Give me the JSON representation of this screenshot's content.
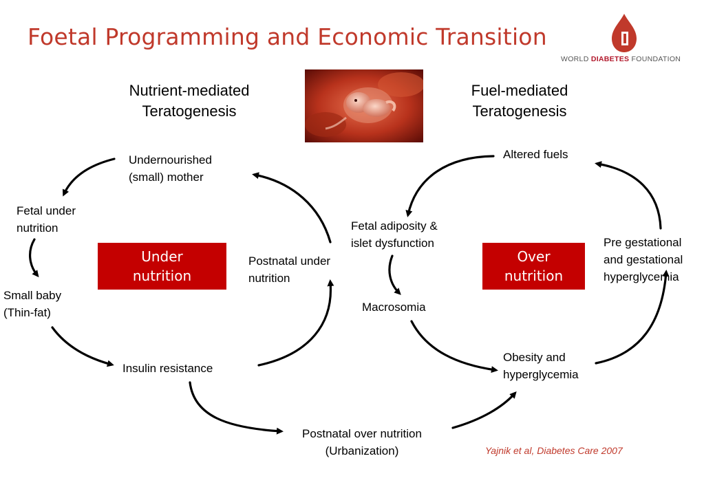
{
  "title": "Foetal Programming and Economic Transition",
  "logo": {
    "text_world": "WORLD",
    "text_diabetes": "DIABETES",
    "text_foundation": "FOUNDATION",
    "brand_color": "#b2182b"
  },
  "left": {
    "heading_line1": "Nutrient-mediated",
    "heading_line2": "Teratogenesis",
    "box_line1": "Under",
    "box_line2": "nutrition",
    "nodes": {
      "mother_line1": "Undernourished",
      "mother_line2": "(small) mother",
      "fetal_line1": "Fetal under",
      "fetal_line2": "nutrition",
      "baby_line1": "Small baby",
      "baby_line2": "(Thin-fat)",
      "insulin": "Insulin resistance",
      "postnatal_line1": "Postnatal under",
      "postnatal_line2": "nutrition"
    }
  },
  "center": {
    "overnutrition_line1": "Postnatal over nutrition",
    "overnutrition_line2": "(Urbanization)",
    "photo_icon": "fetus-photo"
  },
  "right": {
    "heading_line1": "Fuel-mediated",
    "heading_line2": "Teratogenesis",
    "box_line1": "Over",
    "box_line2": "nutrition",
    "nodes": {
      "fuels": "Altered fuels",
      "adiposity_line1": "Fetal adiposity &",
      "adiposity_line2": "islet dysfunction",
      "macrosomia": "Macrosomia",
      "obesity_line1": "Obesity and",
      "obesity_line2": "hyperglycemia",
      "pregest_line1": "Pre gestational",
      "pregest_line2": "and gestational",
      "pregest_line3": "hyperglycemia"
    }
  },
  "citation": "Yajnik et al, Diabetes Care 2007",
  "colors": {
    "title": "#c0392b",
    "box_fill": "#c40000",
    "citation": "#c0392b",
    "arrow": "#000000"
  }
}
